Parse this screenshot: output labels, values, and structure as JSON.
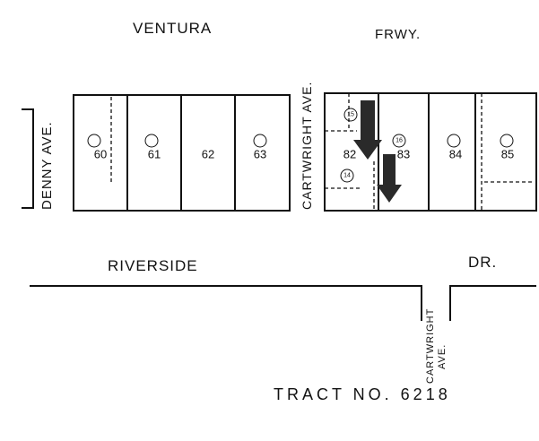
{
  "streets": {
    "ventura": "VENTURA",
    "frwy": "FRWY.",
    "riverside": "RIVERSIDE",
    "dr": "DR.",
    "denny": "DENNY AVE.",
    "cartwright_upper": "CARTWRIGHT AVE.",
    "cartwright_lower_1": "CARTWRIGHT",
    "cartwright_lower_2": "AVE."
  },
  "tract": "TRACT NO. 6218",
  "lots": [
    "60",
    "61",
    "62",
    "63",
    "82",
    "83",
    "84",
    "85"
  ],
  "parcel_circles": [
    "15",
    "16",
    "14"
  ],
  "markers": {
    "arrow_color": "#2a2a2a",
    "arrow_count": 2
  }
}
